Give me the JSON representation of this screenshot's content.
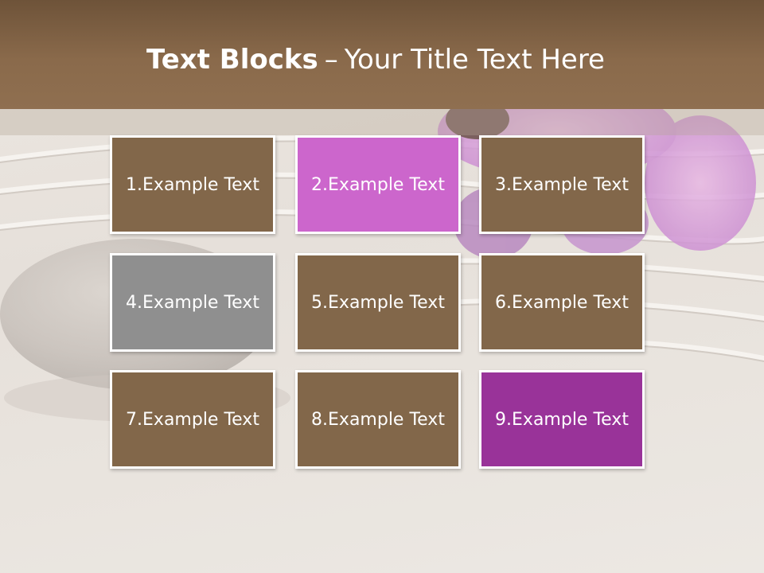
{
  "title": {
    "bold": "Text Blocks",
    "separator": "–",
    "rest": "Your Title Text Here"
  },
  "colors": {
    "header": "#8a6a4b",
    "brown": "#82674a",
    "pink": "#cc66cc",
    "gray": "#8f8f8f",
    "purple": "#993399",
    "border": "#ffffff"
  },
  "blocks": [
    {
      "label": "1.Example Text",
      "color": "#82674a"
    },
    {
      "label": "2.Example Text",
      "color": "#cc66cc"
    },
    {
      "label": "3.Example Text",
      "color": "#82674a"
    },
    {
      "label": "4.Example Text",
      "color": "#8f8f8f"
    },
    {
      "label": "5.Example Text",
      "color": "#82674a"
    },
    {
      "label": "6.Example Text",
      "color": "#82674a"
    },
    {
      "label": "7.Example Text",
      "color": "#82674a"
    },
    {
      "label": "8.Example Text",
      "color": "#82674a"
    },
    {
      "label": "9.Example Text",
      "color": "#993399"
    }
  ]
}
